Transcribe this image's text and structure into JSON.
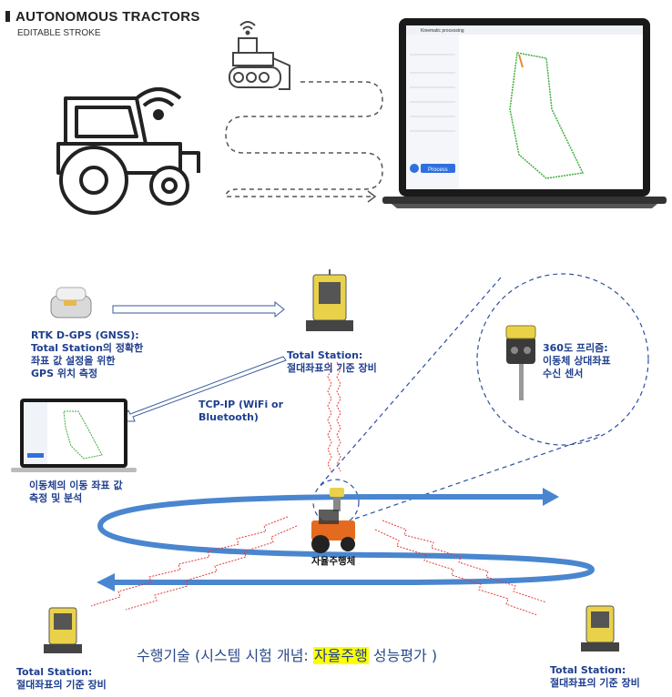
{
  "header": {
    "title": "AUTONOMOUS TRACTORS",
    "subtitle": "EDITABLE STROKE"
  },
  "laptop_screen": {
    "tab_label": "Kinematic processing",
    "button_label": "Process"
  },
  "labels": {
    "rtk": [
      "RTK D-GPS (GNSS):",
      "Total Station의 정확한",
      "좌표 값 설정을 위한",
      "GPS 위치 측정"
    ],
    "ts_top": [
      "Total Station:",
      "절대좌표의 기준 장비"
    ],
    "prism": [
      "360도 프리즘:",
      "이동체 상대좌표",
      "수신 센서"
    ],
    "tcp": [
      "TCP-IP (WiFi or",
      "Bluetooth)"
    ],
    "analysis": [
      "이동체의 이동 좌표 값",
      "측정 및 분석"
    ],
    "vehicle": "자율주행체",
    "ts_left": [
      "Total Station:",
      "절대좌표의 기준 장비"
    ],
    "ts_right": [
      "Total Station:",
      "절대좌표의 기준 장비"
    ]
  },
  "caption": {
    "before": "수행기술 (시스템 시험 개념: ",
    "highlight": "자율주행",
    "after": " 성능평가 )"
  },
  "colors": {
    "track": "#4a86cf",
    "signal": "#e53935",
    "label": "#1f3f8f",
    "highlight": "#ffff00"
  }
}
